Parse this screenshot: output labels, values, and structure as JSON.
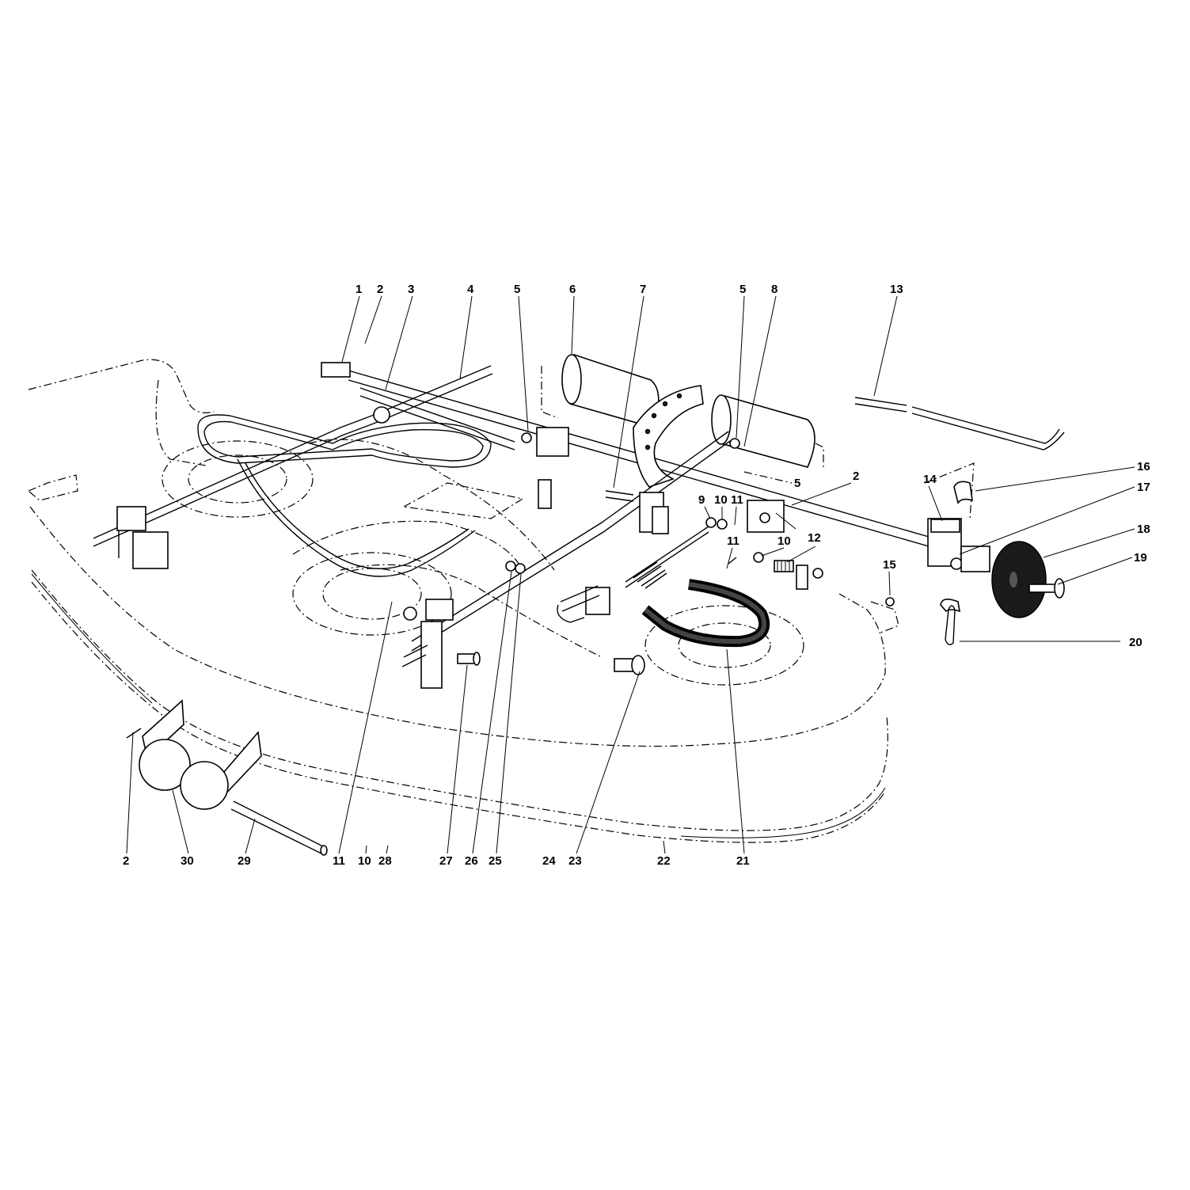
{
  "diagram": {
    "callouts": [
      {
        "id": "c1",
        "text": "1"
      },
      {
        "id": "c2a",
        "text": "2"
      },
      {
        "id": "c3",
        "text": "3"
      },
      {
        "id": "c4",
        "text": "4"
      },
      {
        "id": "c5a",
        "text": "5"
      },
      {
        "id": "c6",
        "text": "6"
      },
      {
        "id": "c7",
        "text": "7"
      },
      {
        "id": "c5b",
        "text": "5"
      },
      {
        "id": "c8",
        "text": "8"
      },
      {
        "id": "c13",
        "text": "13"
      },
      {
        "id": "c16",
        "text": "16"
      },
      {
        "id": "c14",
        "text": "14"
      },
      {
        "id": "c17",
        "text": "17"
      },
      {
        "id": "c5c",
        "text": "5"
      },
      {
        "id": "c2b",
        "text": "2"
      },
      {
        "id": "c9",
        "text": "9"
      },
      {
        "id": "c10a",
        "text": "10"
      },
      {
        "id": "c11a",
        "text": "11"
      },
      {
        "id": "c18",
        "text": "18"
      },
      {
        "id": "c11b",
        "text": "11"
      },
      {
        "id": "c10b",
        "text": "10"
      },
      {
        "id": "c12",
        "text": "12"
      },
      {
        "id": "c15",
        "text": "15"
      },
      {
        "id": "c19",
        "text": "19"
      },
      {
        "id": "c20",
        "text": "20"
      },
      {
        "id": "c2c",
        "text": "2"
      },
      {
        "id": "c30",
        "text": "30"
      },
      {
        "id": "c29",
        "text": "29"
      },
      {
        "id": "c11c",
        "text": "11"
      },
      {
        "id": "c10c",
        "text": "10"
      },
      {
        "id": "c28",
        "text": "28"
      },
      {
        "id": "c27",
        "text": "27"
      },
      {
        "id": "c26",
        "text": "26"
      },
      {
        "id": "c25",
        "text": "25"
      },
      {
        "id": "c24",
        "text": "24"
      },
      {
        "id": "c23",
        "text": "23"
      },
      {
        "id": "c22",
        "text": "22"
      },
      {
        "id": "c21",
        "text": "21"
      }
    ]
  }
}
